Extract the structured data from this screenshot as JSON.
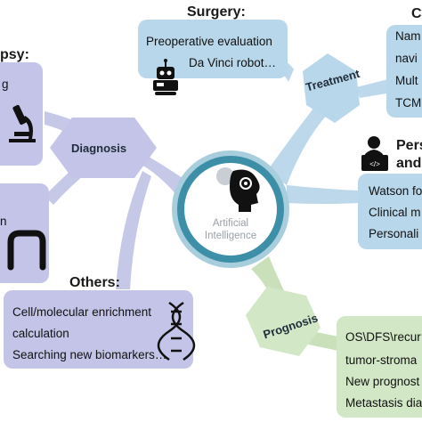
{
  "colors": {
    "blue_box": "#b9d7ea",
    "purple_box": "#c3c4e8",
    "green_box": "#d2e7c6",
    "connector_blue": "#bcd8ea",
    "connector_purple": "#c6c8e8",
    "connector_green": "#c9e0bb",
    "center_ring": "#3c8fa6",
    "center_ring_light": "#a8cede"
  },
  "center": {
    "line1": "Artificial",
    "line2": "Intelligence"
  },
  "hexagons": {
    "diagnosis": "Diagnosis",
    "treatment": "Treatment",
    "prognosis": "Prognosis"
  },
  "surgery": {
    "header": "Surgery:",
    "items": [
      "Preoperative evaluation",
      "Da Vinci robot…"
    ]
  },
  "top_right": {
    "header": "C",
    "items": [
      "Nam",
      "navi",
      "Mult",
      "TCM"
    ]
  },
  "personal": {
    "header_line1": "Pers",
    "header_line2": "and",
    "items": [
      "Watson fo",
      "Clinical m",
      "Personali"
    ]
  },
  "biopsy": {
    "header": "psy:",
    "items": [
      "g"
    ]
  },
  "left_mid": {
    "items": [
      "n"
    ]
  },
  "others": {
    "header": "Others:",
    "items": [
      "Cell/molecular enrichment",
      "calculation",
      "Searching new biomarkers…"
    ]
  },
  "prognosis_box": {
    "items": [
      "OS\\DFS\\recur",
      "tumor-stroma",
      "New prognost",
      "Metastasis dia"
    ]
  }
}
